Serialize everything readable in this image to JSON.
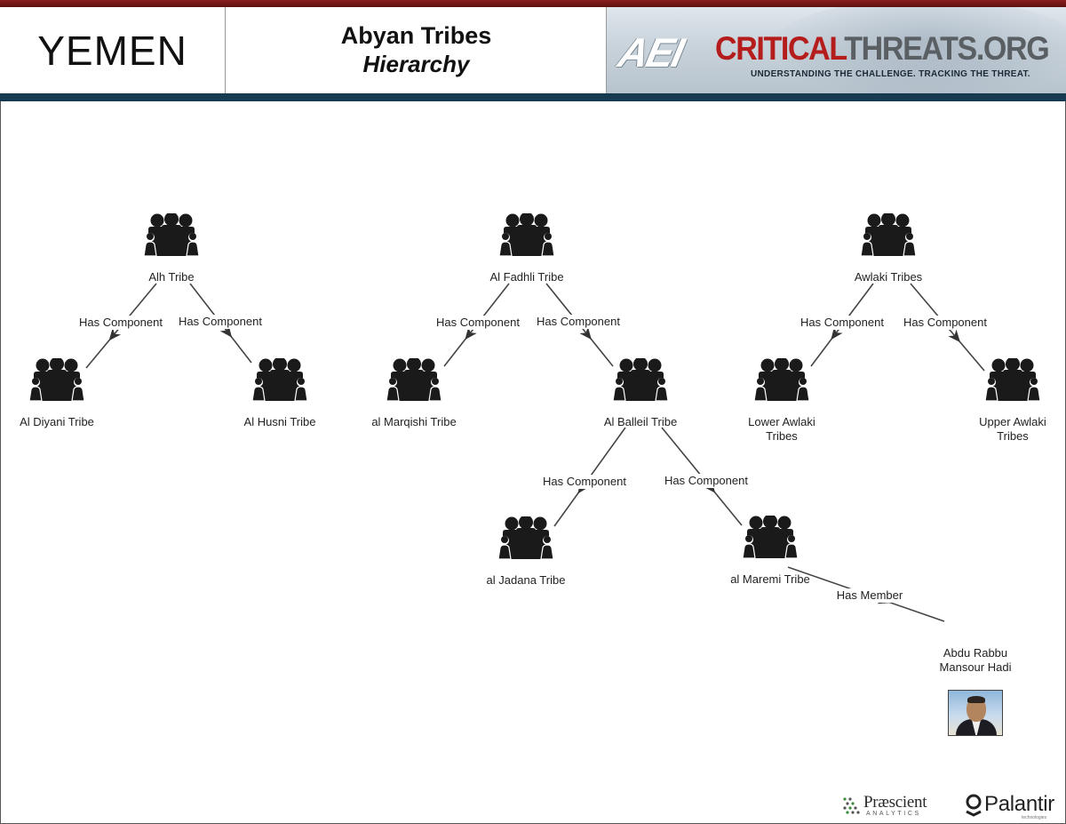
{
  "header": {
    "country": "YEMEN",
    "title_line1": "Abyan Tribes",
    "title_line2": "Hierarchy",
    "banner": {
      "aei": "AEI",
      "brand_red": "CRITICAL",
      "brand_grey": "THREATS.ORG",
      "tagline": "UNDERSTANDING THE CHALLENGE.  TRACKING THE THREAT."
    }
  },
  "colors": {
    "top_bar": "#7a1717",
    "header_rule": "#163a4f",
    "icon": "#1a1a1a",
    "edge": "#444444",
    "brand_red": "#b51c1c"
  },
  "nodes": [
    {
      "id": "alh",
      "label": "Alh Tribe",
      "icon": "group-icon"
    },
    {
      "id": "al_diyani",
      "label": "Al Diyani Tribe",
      "icon": "group-icon"
    },
    {
      "id": "al_husni",
      "label": "Al Husni Tribe",
      "icon": "group-icon"
    },
    {
      "id": "al_fadhli",
      "label": "Al Fadhli Tribe",
      "icon": "group-icon"
    },
    {
      "id": "al_marqishi",
      "label": "al Marqishi Tribe",
      "icon": "group-icon"
    },
    {
      "id": "al_balleil",
      "label": "Al Balleil Tribe",
      "icon": "group-icon"
    },
    {
      "id": "al_jadana",
      "label": "al Jadana Tribe",
      "icon": "group-icon"
    },
    {
      "id": "al_maremi",
      "label": "al Maremi Tribe",
      "icon": "group-icon"
    },
    {
      "id": "awlaki",
      "label": "Awlaki Tribes",
      "icon": "group-icon"
    },
    {
      "id": "lower_awlaki",
      "label": [
        "Lower Awlaki",
        "Tribes"
      ],
      "icon": "group-icon"
    },
    {
      "id": "upper_awlaki",
      "label": [
        "Upper Awlaki",
        "Tribes"
      ],
      "icon": "group-icon"
    },
    {
      "id": "hadi",
      "label": [
        "Abdu Rabbu",
        "Mansour Hadi"
      ],
      "icon": "person-photo"
    }
  ],
  "edges": [
    {
      "from": "alh",
      "to": "al_diyani",
      "label": "Has Component"
    },
    {
      "from": "alh",
      "to": "al_husni",
      "label": "Has Component"
    },
    {
      "from": "al_fadhli",
      "to": "al_marqishi",
      "label": "Has Component"
    },
    {
      "from": "al_fadhli",
      "to": "al_balleil",
      "label": "Has Component"
    },
    {
      "from": "al_balleil",
      "to": "al_jadana",
      "label": "Has Component"
    },
    {
      "from": "al_balleil",
      "to": "al_maremi",
      "label": "Has Component"
    },
    {
      "from": "awlaki",
      "to": "lower_awlaki",
      "label": "Has Component"
    },
    {
      "from": "awlaki",
      "to": "upper_awlaki",
      "label": "Has Component"
    },
    {
      "from": "al_maremi",
      "to": "hadi",
      "label": "Has Member"
    }
  ],
  "footer": {
    "prescient_name": "Præscient",
    "prescient_sub": "ANALYTICS",
    "palantir_name": "Palantir",
    "palantir_sub": "technologies"
  }
}
